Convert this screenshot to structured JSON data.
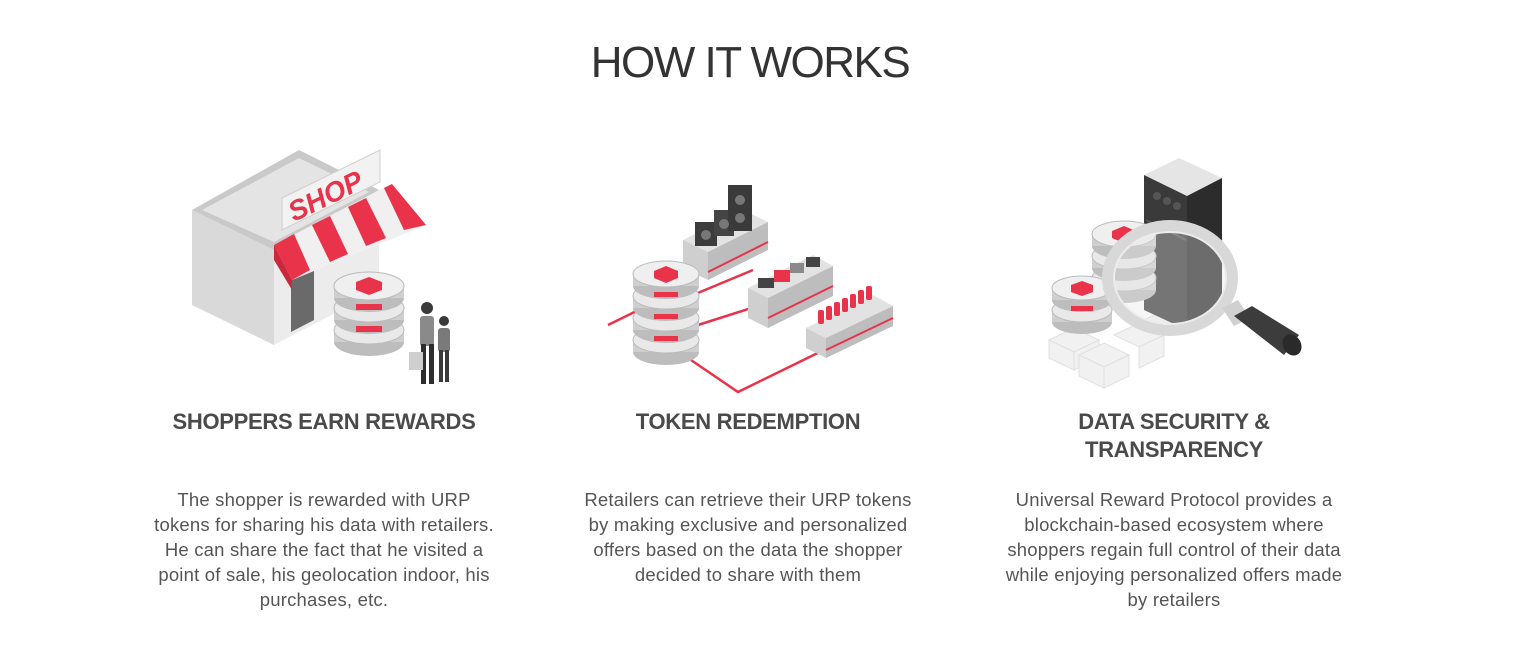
{
  "section": {
    "title": "HOW IT WORKS"
  },
  "colors": {
    "accent_red": "#e8334a",
    "heading": "#333333",
    "body_text": "#555555",
    "light_gray": "#e2e2e2",
    "dark_gray": "#3a3a3a"
  },
  "steps": [
    {
      "icon": "shop-icon",
      "sign_text": "SHOP",
      "heading": "SHOPPERS EARN REWARDS",
      "body": "The shopper is rewarded with URP tokens for sharing his data with retailers. He can share the fact that he visited a point of sale, his geolocation indoor, his purchases, etc."
    },
    {
      "icon": "token-network-icon",
      "heading": "TOKEN REDEMPTION",
      "body": "Retailers can retrieve their URP tokens by making exclusive and personalized offers based on the data the shopper decided to share with them"
    },
    {
      "icon": "magnifier-server-icon",
      "heading_line1": "DATA SECURITY &",
      "heading_line2": "TRANSPARENCY",
      "body": "Universal Reward Protocol provides a blockchain-based ecosystem where shoppers regain full control of their data while enjoying personalized offers made by retailers"
    }
  ]
}
